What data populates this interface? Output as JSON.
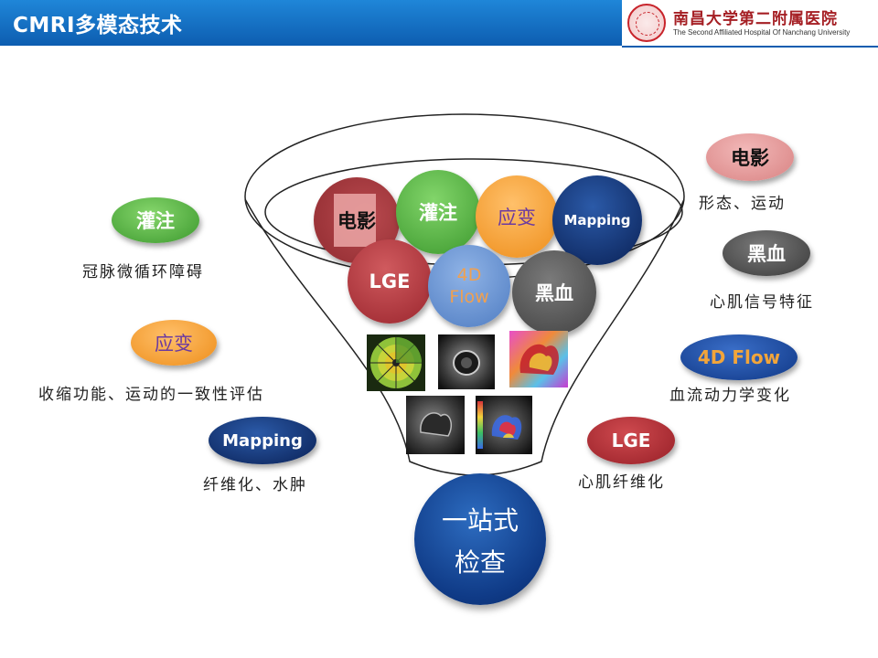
{
  "header": {
    "title": "CMRI多模态技术",
    "hospital_cn": "南昌大学第二附属医院",
    "hospital_en": "The Second Affiliated Hospital Of Nanchang University"
  },
  "funnel": {
    "row1": [
      "电影",
      "灌注",
      "应变",
      "Mapping"
    ],
    "row2_lge": "LGE",
    "row2_flow_line1": "4D",
    "row2_flow_line2": "Flow",
    "row2_black": "黑血"
  },
  "left_items": [
    {
      "label": "灌注",
      "caption": "冠脉微循环障碍"
    },
    {
      "label": "应变",
      "caption": "收缩功能、运动的一致性评估"
    },
    {
      "label": "Mapping",
      "caption": "纤维化、水肿"
    }
  ],
  "right_items": [
    {
      "label": "电影",
      "caption": "形态、运动"
    },
    {
      "label": "黑血",
      "caption": "心肌信号特征"
    },
    {
      "label": "4D Flow",
      "caption": "血流动力学变化"
    },
    {
      "label": "LGE",
      "caption": "心肌纤维化"
    }
  ],
  "bottom": {
    "line1": "一站式",
    "line2": "检查"
  },
  "colors": {
    "header_blue": "#1467c2",
    "green": "#5cb84a",
    "orange": "#f59f35",
    "navy": "#163a78",
    "red": "#b7353a",
    "gray": "#5b5b5b",
    "lightblue": "#6f9ad6",
    "pink": "#e6a0a0"
  }
}
